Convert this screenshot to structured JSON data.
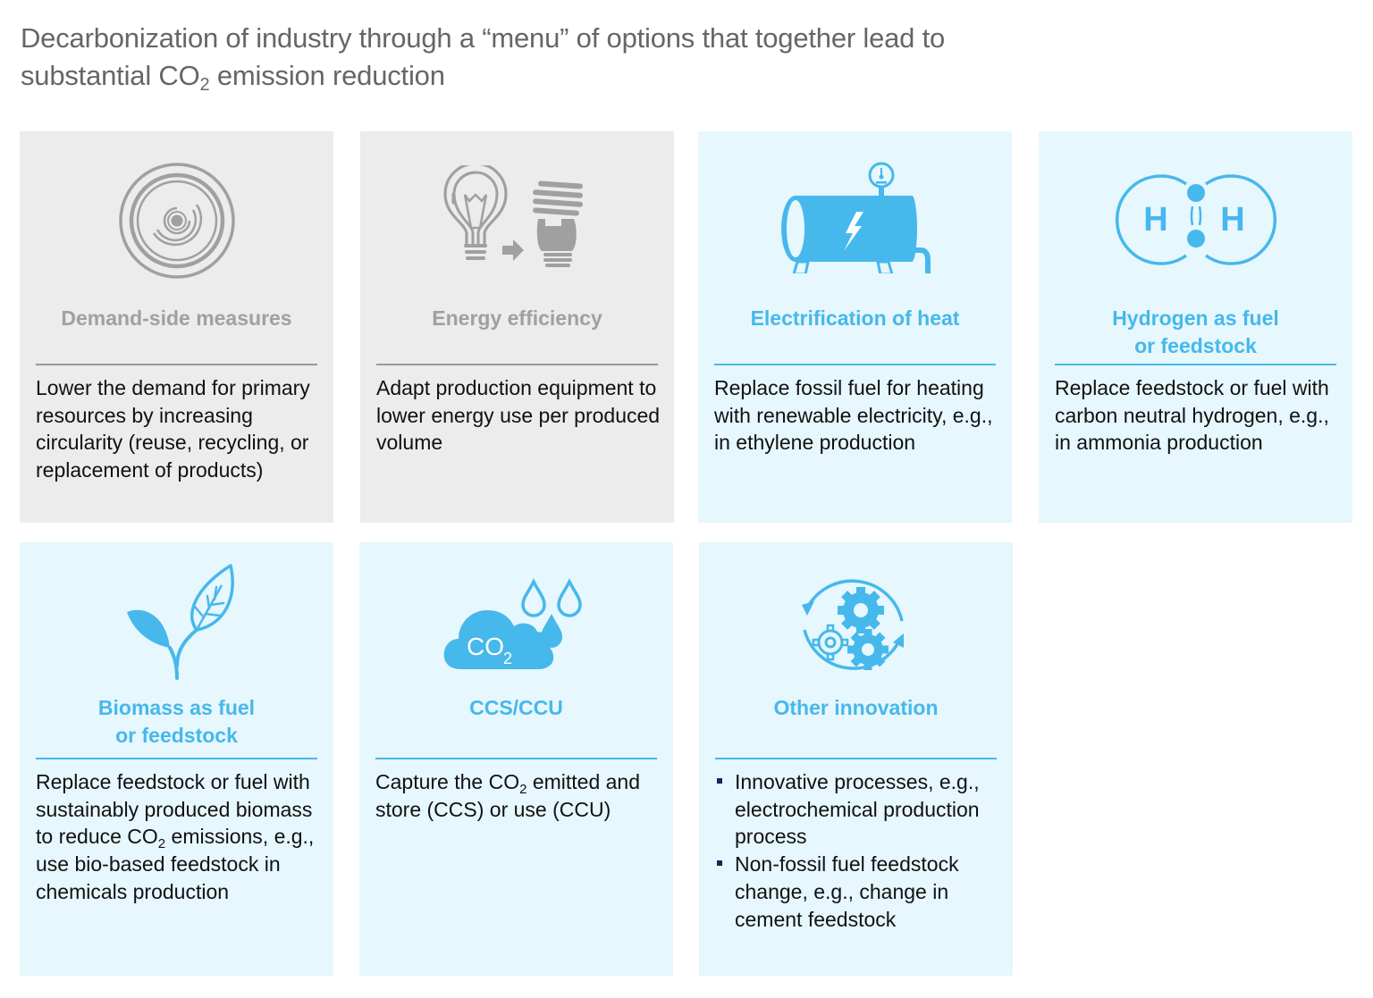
{
  "title": {
    "line1": "Decarbonization of industry through a “menu” of options that together lead to",
    "line2_pre": "substantial CO",
    "line2_sub": "2",
    "line2_post": " emission reduction"
  },
  "colors": {
    "gray_card_bg": "#ececec",
    "blue_card_bg": "#e6f7fd",
    "gray_accent": "#a0a0a0",
    "blue_accent": "#46b8ec",
    "bullet": "#0b2a5a"
  },
  "cards": [
    {
      "icon": "concentric-circles-icon",
      "style": "gray",
      "title": "Demand-side measures",
      "description": "Lower the demand for primary resources by increasing circularity (reuse, recycling, or replacement of products)"
    },
    {
      "icon": "lightbulb-to-cfl-icon",
      "style": "gray",
      "title": "Energy efficiency",
      "description": "Adapt production equipment to lower energy use per produced volume"
    },
    {
      "icon": "electric-tank-icon",
      "style": "blue",
      "title": "Electrification of heat",
      "description": "Replace fossil fuel for heating with renewable electricity, e.g., in ethylene production"
    },
    {
      "icon": "hydrogen-molecule-icon",
      "style": "blue",
      "title_line1": "Hydrogen as fuel",
      "title_line2": "or feedstock",
      "description": "Replace feedstock or fuel with carbon neutral hydrogen, e.g., in ammonia production",
      "icon_letters": [
        "H",
        "H"
      ]
    },
    {
      "icon": "sprout-leaf-icon",
      "style": "blue",
      "title_line1": "Biomass as fuel",
      "title_line2": "or feedstock",
      "description_pre": "Replace feedstock or fuel with sustainably produced biomass to reduce CO",
      "description_sub": "2",
      "description_post": " emissions, e.g., use bio-based feedstock in chemicals production"
    },
    {
      "icon": "co2-cloud-drops-icon",
      "style": "blue",
      "title": "CCS/CCU",
      "description_pre": "Capture the CO",
      "description_sub": "2",
      "description_post": " emitted and store (CCS) or use (CCU)",
      "icon_text": "CO",
      "icon_sub": "2"
    },
    {
      "icon": "gears-cycle-icon",
      "style": "blue",
      "title": "Other innovation",
      "bullets": [
        "Innovative processes, e.g., electrochemical production process",
        "Non-fossil fuel feedstock change, e.g., change in cement feedstock"
      ]
    }
  ]
}
